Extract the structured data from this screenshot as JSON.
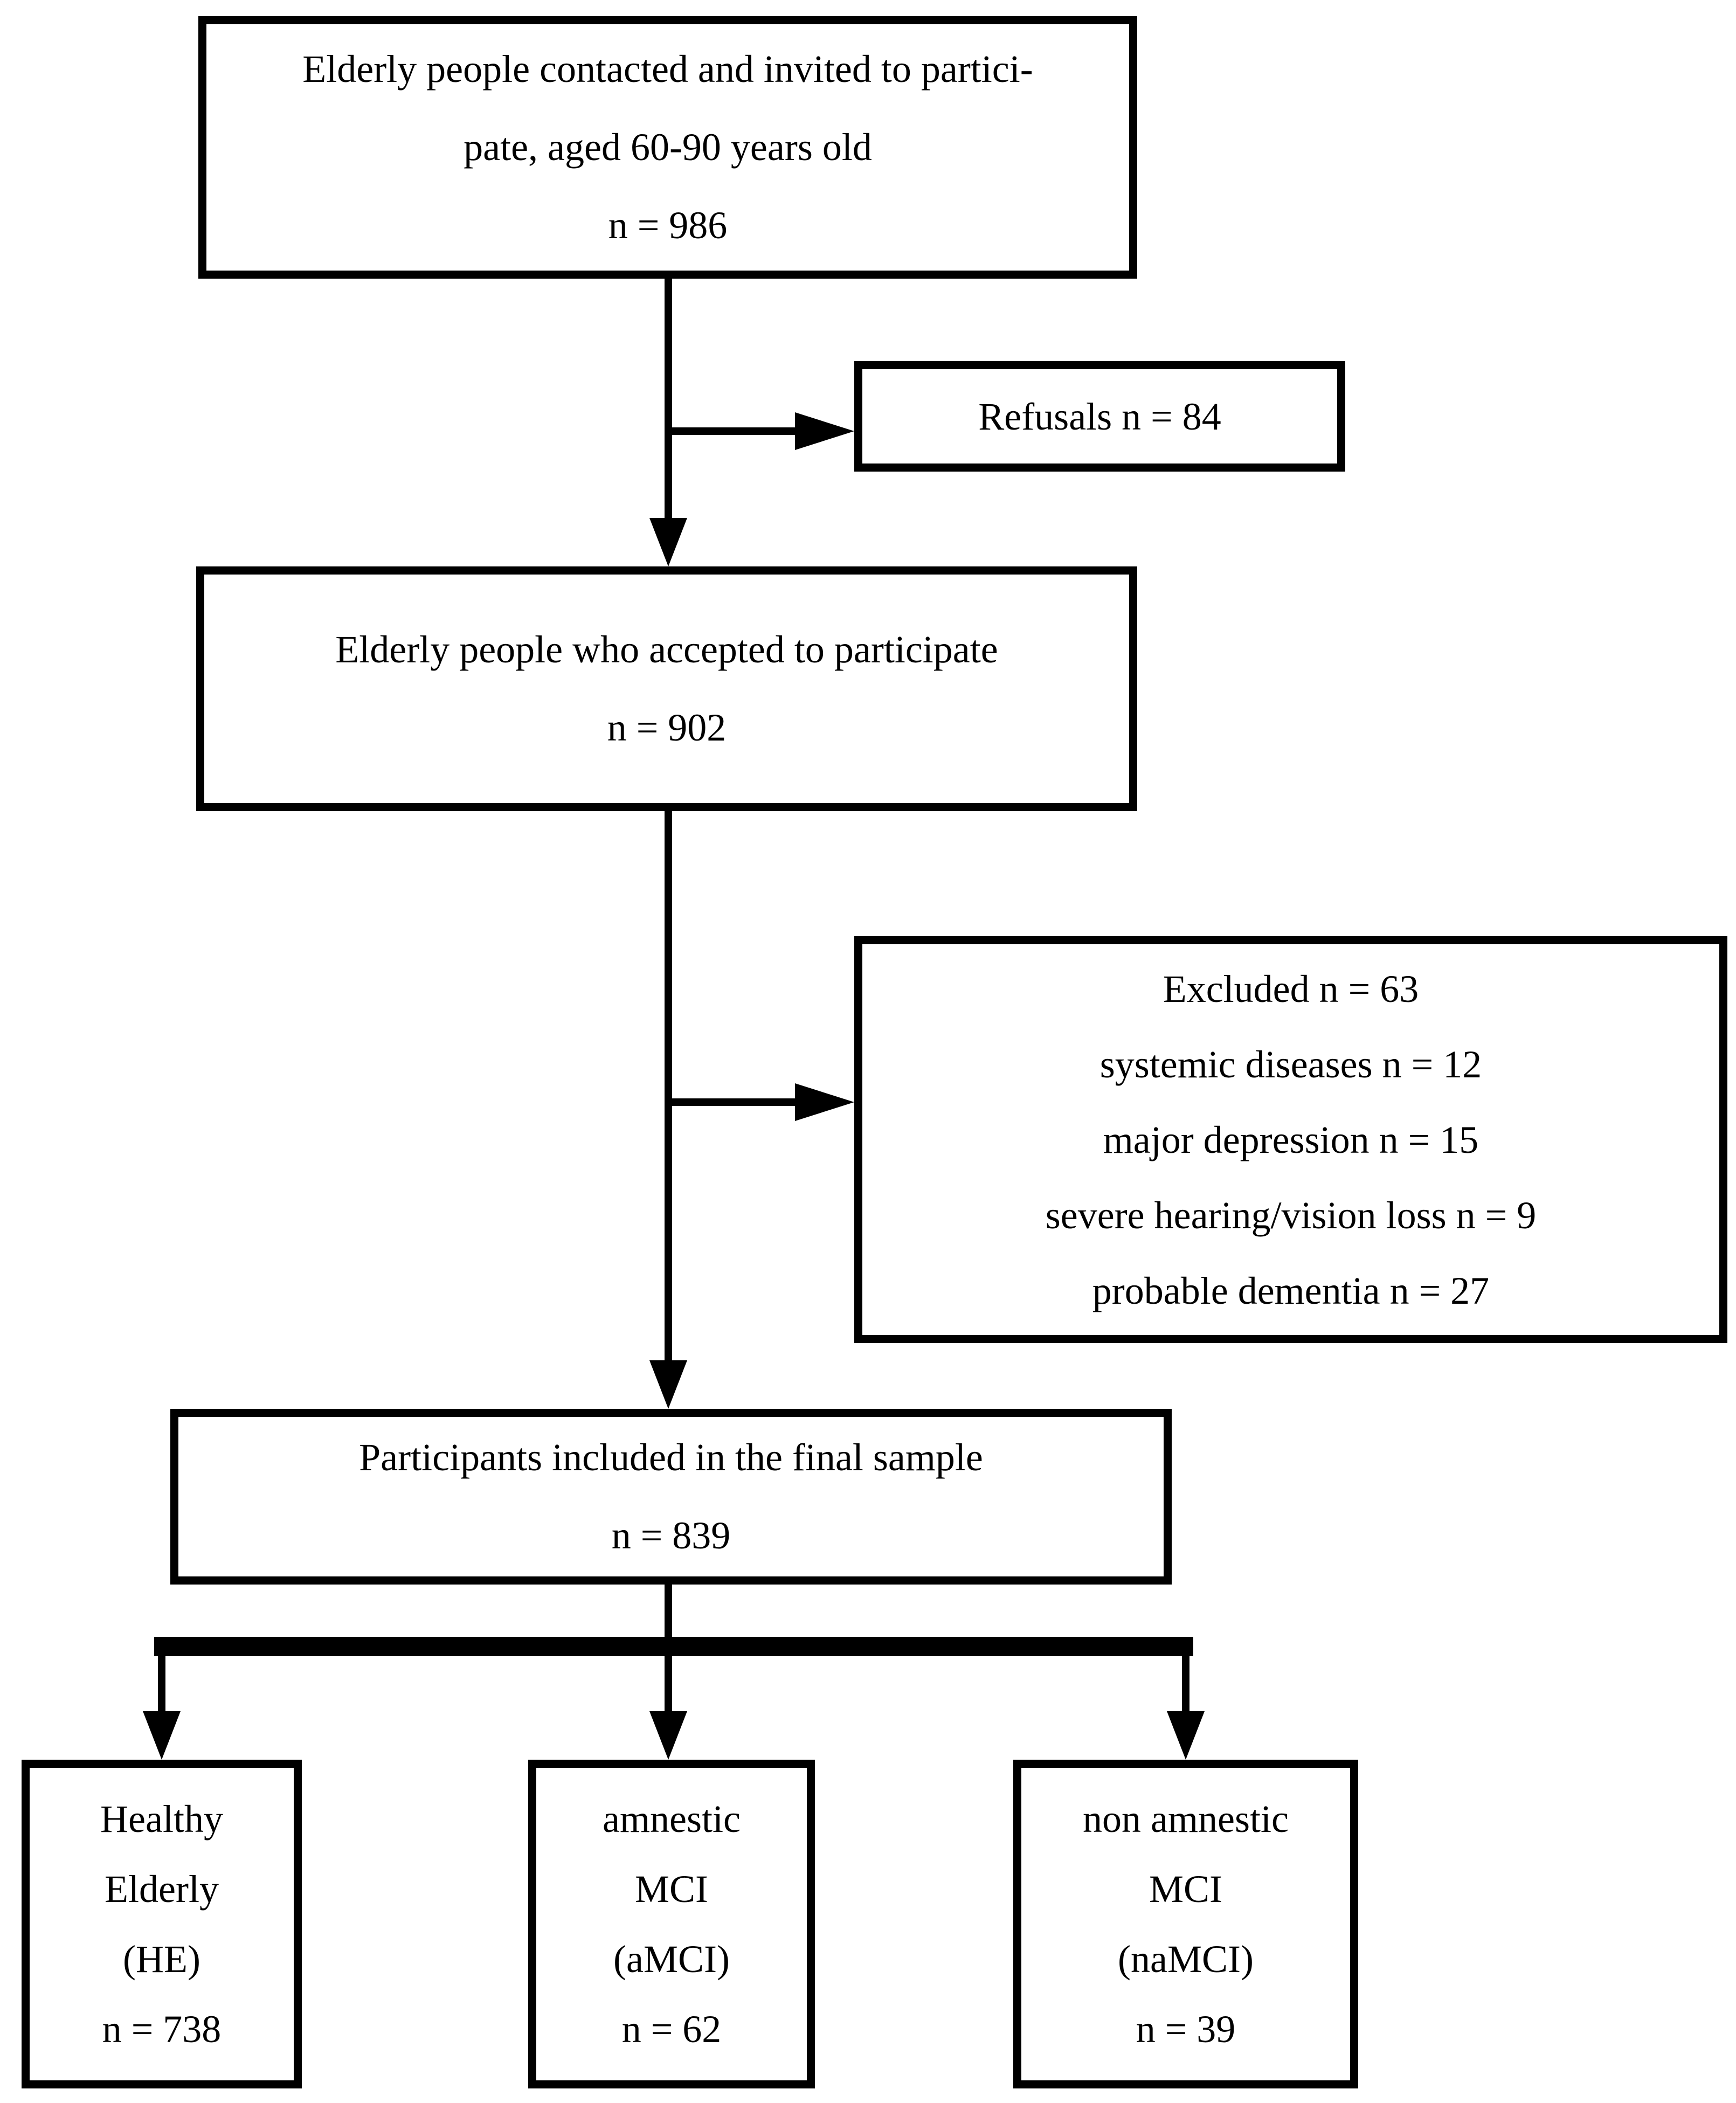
{
  "colors": {
    "ink": "#000000",
    "paper": "#ffffff"
  },
  "boxes": {
    "invited": {
      "lines": [
        "Elderly people contacted and invited to partici-",
        "pate, aged 60-90 years old",
        "n = 986"
      ]
    },
    "refusals": {
      "lines": [
        "Refusals n = 84"
      ]
    },
    "accepted": {
      "lines": [
        "Elderly people who accepted to participate",
        "n = 902"
      ]
    },
    "excluded": {
      "lines": [
        "Excluded n = 63",
        "systemic diseases n = 12",
        "major depression n = 15",
        "severe hearing/vision loss n = 9",
        "probable dementia n = 27"
      ]
    },
    "final_sample": {
      "lines": [
        "Participants included in the final sample",
        "n = 839"
      ]
    },
    "healthy_elderly": {
      "lines": [
        "Healthy",
        "Elderly",
        "(HE)",
        "n = 738"
      ]
    },
    "amnestic_mci": {
      "lines": [
        "amnestic",
        "MCI",
        "(aMCI)",
        "n = 62"
      ]
    },
    "non_amnestic_mci": {
      "lines": [
        "non amnestic",
        "MCI",
        "(naMCI)",
        "n = 39"
      ]
    }
  }
}
